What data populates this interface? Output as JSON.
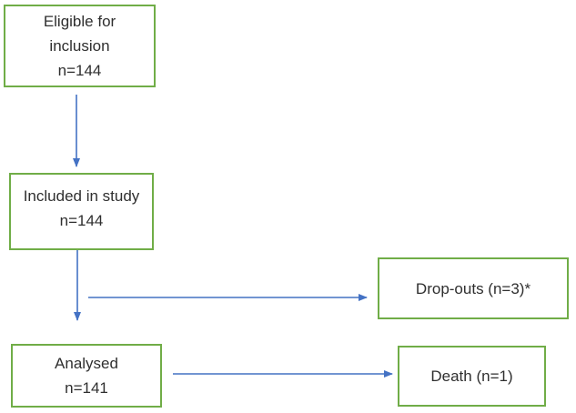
{
  "diagram": {
    "type": "flowchart",
    "nodes": {
      "eligible": {
        "lines": [
          "Eligible for",
          "inclusion",
          "n=144"
        ]
      },
      "included": {
        "lines": [
          "Included in study",
          "n=144"
        ]
      },
      "analysed": {
        "lines": [
          "Analysed",
          "n=141"
        ]
      },
      "dropouts": {
        "label": "Drop-outs (n=3)*"
      },
      "death": {
        "label": "Death (n=1)"
      }
    },
    "edges": [
      {
        "from": "eligible",
        "to": "included"
      },
      {
        "from": "included",
        "to": "analysed"
      },
      {
        "from": "included",
        "to": "dropouts"
      },
      {
        "from": "analysed",
        "to": "death"
      }
    ],
    "colors": {
      "box_border": "#70AD47",
      "arrow": "#4472C4",
      "text": "#2F2F2F",
      "background": "#FFFFFF"
    }
  }
}
